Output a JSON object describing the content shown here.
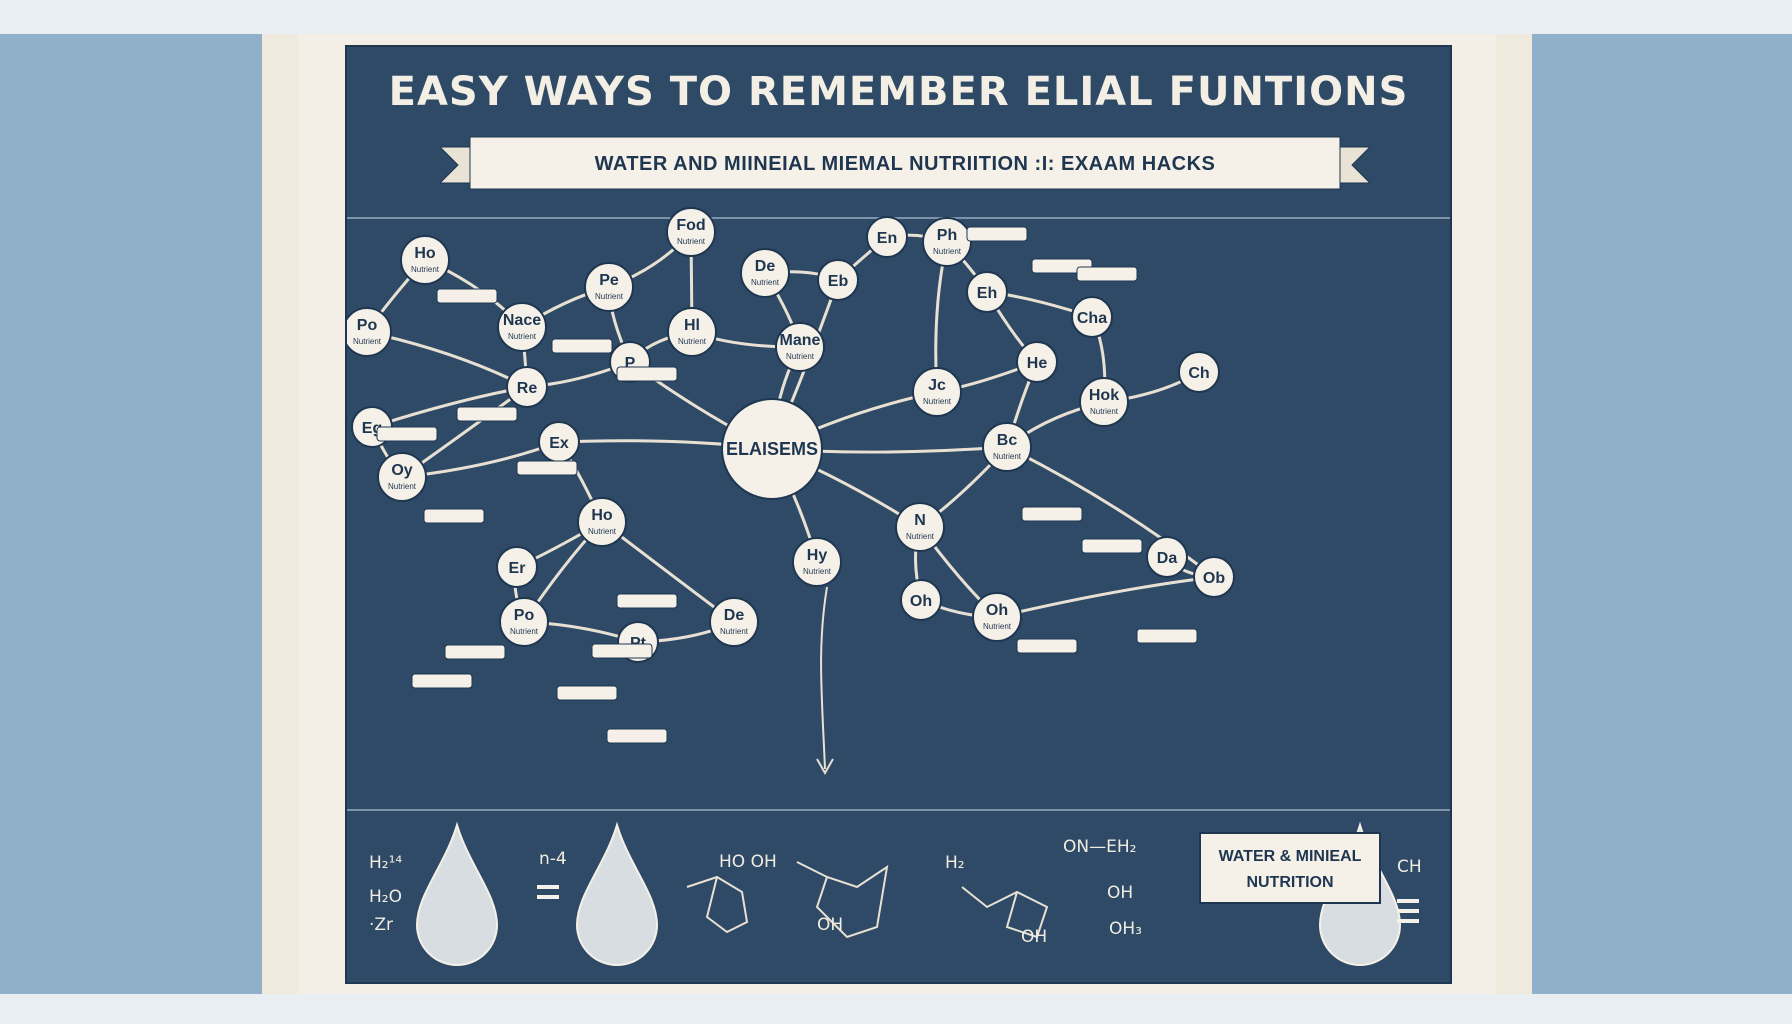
{
  "title": "EASY WAYS TO REMEMBER ELIAL FUNTIONS",
  "subtitle": "WATER AND MIINEIAL MIEMAL NUTRIITION :I: EXAAM HACKS",
  "center_node": "ELAISEMS",
  "bottom_box": {
    "line1": "WATER & MINIEAL",
    "line2": "NUTRITION"
  },
  "nodes": [
    {
      "id": "n1",
      "label": "Ho",
      "sub": "Nutrient"
    },
    {
      "id": "n2",
      "label": "Po",
      "sub": "Nutrient"
    },
    {
      "id": "n3",
      "label": "Nace",
      "sub": "Nutrient"
    },
    {
      "id": "n4",
      "label": "Pe",
      "sub": "Nutrient"
    },
    {
      "id": "n5",
      "label": "Fod",
      "sub": "Nutrient"
    },
    {
      "id": "n6",
      "label": "De",
      "sub": "Nutrient"
    },
    {
      "id": "n7",
      "label": "Hl",
      "sub": "Nutrient"
    },
    {
      "id": "n8",
      "label": "Eb",
      "sub": ""
    },
    {
      "id": "n9",
      "label": "En",
      "sub": ""
    },
    {
      "id": "n10",
      "label": "Ph",
      "sub": "Nutrient"
    },
    {
      "id": "n11",
      "label": "Eh",
      "sub": ""
    },
    {
      "id": "n12",
      "label": "Cha",
      "sub": ""
    },
    {
      "id": "n13",
      "label": "Jc",
      "sub": "Nutrient"
    },
    {
      "id": "n14",
      "label": "He",
      "sub": ""
    },
    {
      "id": "n15",
      "label": "Hok",
      "sub": "Nutrient"
    },
    {
      "id": "n16",
      "label": "Ch",
      "sub": ""
    },
    {
      "id": "n17",
      "label": "Re",
      "sub": ""
    },
    {
      "id": "n18",
      "label": "Eg",
      "sub": ""
    },
    {
      "id": "n19",
      "label": "Ex",
      "sub": ""
    },
    {
      "id": "n20",
      "label": "Oy",
      "sub": "Nutrient"
    },
    {
      "id": "n21",
      "label": "P",
      "sub": ""
    },
    {
      "id": "n22",
      "label": "Bc",
      "sub": "Nutrient"
    },
    {
      "id": "n23",
      "label": "Ho",
      "sub": "Nutrient"
    },
    {
      "id": "n24",
      "label": "N",
      "sub": "Nutrient"
    },
    {
      "id": "n25",
      "label": "Er",
      "sub": ""
    },
    {
      "id": "n26",
      "label": "Hy",
      "sub": "Nutrient"
    },
    {
      "id": "n27",
      "label": "Po",
      "sub": "Nutrient"
    },
    {
      "id": "n28",
      "label": "De",
      "sub": "Nutrient"
    },
    {
      "id": "n29",
      "label": "Pt",
      "sub": ""
    },
    {
      "id": "n30",
      "label": "Oh",
      "sub": ""
    },
    {
      "id": "n31",
      "label": "Oh",
      "sub": "Nutrient"
    },
    {
      "id": "n32",
      "label": "Ob",
      "sub": ""
    },
    {
      "id": "n33",
      "label": "Da",
      "sub": ""
    },
    {
      "id": "n34",
      "label": "Mane",
      "sub": "Nutrient"
    }
  ],
  "formulas": [
    {
      "id": "f1",
      "text": "H₂¹⁴"
    },
    {
      "id": "f2",
      "text": "H₂O"
    },
    {
      "id": "f3",
      "text": "·Zr"
    },
    {
      "id": "f4",
      "text": "n-4"
    },
    {
      "id": "f5",
      "text": "HO  OH"
    },
    {
      "id": "f6",
      "text": "OH"
    },
    {
      "id": "f7",
      "text": "ON—EH₂"
    },
    {
      "id": "f8",
      "text": "H₂"
    },
    {
      "id": "f9",
      "text": "OH"
    },
    {
      "id": "f10",
      "text": "OH₃"
    },
    {
      "id": "f11",
      "text": "OH"
    },
    {
      "id": "f12",
      "text": "CH"
    }
  ],
  "colors": {
    "board": "#2e4a67",
    "paper": "#f3efe6",
    "side": "#8fb0c8",
    "ink": "#1f3650"
  }
}
